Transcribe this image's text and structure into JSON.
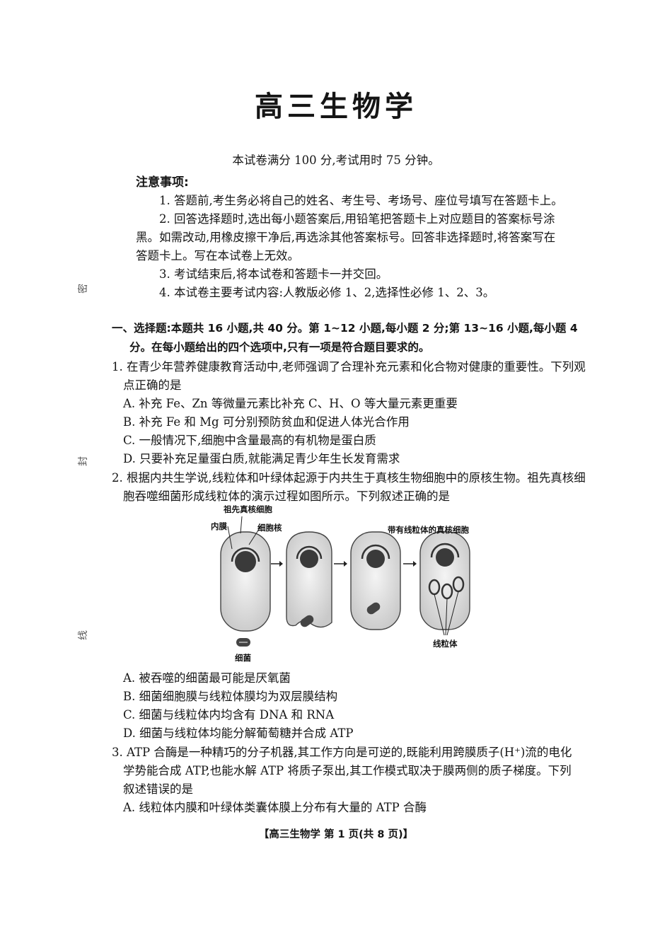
{
  "header": {
    "title": "高三生物学",
    "subtitle": "本试卷满分 100 分,考试用时 75 分钟。"
  },
  "notice": {
    "heading": "注意事项:",
    "items": [
      "1. 答题前,考生务必将自己的姓名、考生号、考场号、座位号填写在答题卡上。",
      "2. 回答选择题时,选出每小题答案后,用铅笔把答题卡上对应题目的答案标号涂",
      "黑。如需改动,用橡皮擦干净后,再选涂其他答案标号。回答非选择题时,将答案写在",
      "答题卡上。写在本试卷上无效。",
      "3. 考试结束后,将本试卷和答题卡一并交回。",
      "4. 本试卷主要考试内容:人教版必修 1、2,选择性必修 1、2、3。"
    ]
  },
  "margin_marks": [
    "密",
    "封",
    "线"
  ],
  "section": {
    "line1": "一、选择题:本题共 16 小题,共 40 分。第 1~12 小题,每小题 2 分;第 13~16 小题,每小题 4",
    "line2": "分。在每小题给出的四个选项中,只有一项是符合题目要求的。"
  },
  "q1": {
    "stem1": "1. 在青少年营养健康教育活动中,老师强调了合理补充元素和化合物对健康的重要性。下列观",
    "stem2": "点正确的是",
    "options": [
      "A. 补充 Fe、Zn 等微量元素比补充 C、H、O 等大量元素更重要",
      "B. 补充 Fe 和 Mg 可分别预防贫血和促进人体光合作用",
      "C. 一般情况下,细胞中含量最高的有机物是蛋白质",
      "D. 只要补充足量蛋白质,就能满足青少年生长发育需求"
    ]
  },
  "q2": {
    "stem1": "2. 根据内共生学说,线粒体和叶绿体起源于内共生于真核生物细胞中的原核生物。祖先真核细",
    "stem2": "胞吞噬细菌形成线粒体的演示过程如图所示。下列叙述正确的是",
    "figure": {
      "ancestor_label": "祖先真核细胞",
      "inner_membrane_label": "内膜",
      "nucleus_label": "细胞核",
      "final_label": "带有线粒体的真核细胞",
      "bacteria_label": "细菌",
      "mitochondria_label": "线粒体"
    },
    "options": [
      "A. 被吞噬的细菌最可能是厌氧菌",
      "B. 细菌细胞膜与线粒体膜均为双层膜结构",
      "C. 细菌与线粒体内均含有 DNA 和 RNA",
      "D. 细菌与线粒体均能分解葡萄糖并合成 ATP"
    ]
  },
  "q3": {
    "stem1": "3. ATP 合酶是一种精巧的分子机器,其工作方向是可逆的,既能利用跨膜质子(H⁺)流的电化",
    "stem2": "学势能合成 ATP,也能水解 ATP 将质子泵出,其工作模式取决于膜两侧的质子梯度。下列",
    "stem3": "叙述错误的是",
    "options": [
      "A. 线粒体内膜和叶绿体类囊体膜上分布有大量的 ATP 合酶"
    ]
  },
  "footer": "【高三生物学 第 1 页(共 8 页)】"
}
